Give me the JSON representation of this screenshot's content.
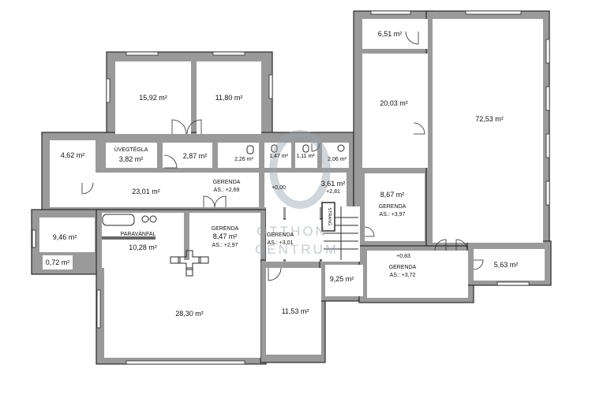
{
  "rooms": [
    {
      "id": "r1",
      "area": "15,92 m²"
    },
    {
      "id": "r2",
      "area": "11,80 m²"
    },
    {
      "id": "r3",
      "area": "4,62 m²"
    },
    {
      "id": "r4",
      "label": "ÜVEGTÉGLA",
      "area": "3,82 m²"
    },
    {
      "id": "r5",
      "area": "2,87 m²"
    },
    {
      "id": "r6",
      "area": "2,26 m²"
    },
    {
      "id": "r7",
      "area": "1,47 m²"
    },
    {
      "id": "r8",
      "area": "1,11 m²"
    },
    {
      "id": "r9",
      "area": "2,06 m²"
    },
    {
      "id": "r10",
      "area": "23,01 m²"
    },
    {
      "id": "r11",
      "area": "9,46 m²"
    },
    {
      "id": "r12",
      "area": "0,72 m²"
    },
    {
      "id": "r13",
      "area": "10,28 m²"
    },
    {
      "id": "r14",
      "area": "28,30 m²"
    },
    {
      "id": "r15",
      "area": "11,53 m²"
    },
    {
      "id": "r16",
      "area": "9,25 m²"
    },
    {
      "id": "r17",
      "area": "20,03 m²"
    },
    {
      "id": "r18",
      "area": "6,51 m²"
    },
    {
      "id": "r19",
      "area": "72,53 m²"
    },
    {
      "id": "r20",
      "area": "8,67 m²"
    },
    {
      "id": "r21",
      "area": "5,63 m²"
    }
  ],
  "annotations": {
    "gerenda_1": {
      "title": "GERENDA",
      "value": "AS.: +2,69"
    },
    "gerenda_2": {
      "title": "GERENDA",
      "area": "8,47 m²",
      "value": "AS.: +2,97"
    },
    "gerenda_3": {
      "title": "GERENDA",
      "value": "AS.: +3,01"
    },
    "gerenda_4": {
      "title": "GERENDA",
      "value": "AS.: +3,97"
    },
    "gerenda_5": {
      "title": "GERENDA",
      "value": "AS.: +3,72"
    },
    "level_0": "+0,00",
    "level_083": "+0,83",
    "stair_room": {
      "area": "3,61 m²",
      "value": "+2,81"
    },
    "paravanfal": "PARAVÁNFAL",
    "strang": "STRANG"
  },
  "watermark": {
    "logo": "OC",
    "line1": "OTTHON",
    "line2": "CENTRUM"
  }
}
